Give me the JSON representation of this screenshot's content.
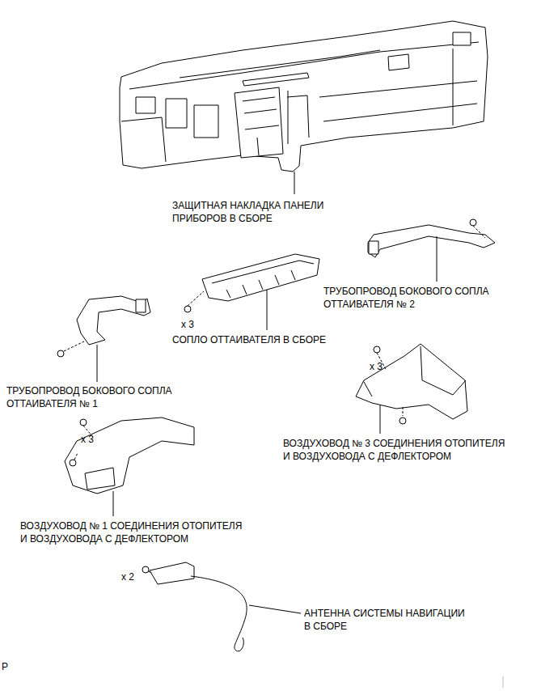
{
  "diagram": {
    "labels": [
      "ЗАЩИТНАЯ НАКЛАДКА ПАНЕЛИ ПРИБОРОВ В СБОРЕ",
      "ТРУБОПРОВОД БОКОВОГО СОПЛА ОТТАИВАТЕЛЯ № 2",
      "x 3",
      "СОПЛО ОТТАИВАТЕЛЯ В СБОРЕ",
      "x 3",
      "ТРУБОПРОВОД БОКОВОГО СОПЛА ОТТАИВАТЕЛЯ № 1",
      "x 3",
      "ВОЗДУХОВОД № 3 СОЕДИНЕНИЯ ОТОПИТЕЛЯ И ВОЗДУХОВОДА С ДЕФЛЕКТОРОМ",
      "ВОЗДУХОВОД № 1 СОЕДИНЕНИЯ ОТОПИТЕЛЯ И ВОЗДУХОВОДА С ДЕФЛЕКТОРОМ",
      "x 2",
      "АНТЕННА СИСТЕМЫ НАВИГАЦИИ В СБОРЕ",
      "P"
    ]
  }
}
